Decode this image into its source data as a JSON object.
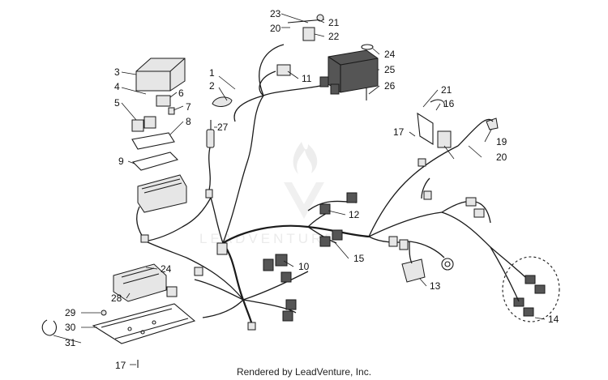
{
  "diagram": {
    "callouts": [
      "1",
      "2",
      "3",
      "4",
      "5",
      "6",
      "7",
      "8",
      "9",
      "10",
      "11",
      "12",
      "13",
      "14",
      "15",
      "16",
      "17",
      "17",
      "19",
      "20",
      "20",
      "21",
      "21",
      "22",
      "23",
      "24",
      "24",
      "25",
      "26",
      "27",
      "28",
      "29",
      "30",
      "31"
    ]
  },
  "footer": {
    "text": "Rendered by LeadVenture, Inc."
  },
  "watermark": {
    "text": "LEADVENTURE"
  }
}
